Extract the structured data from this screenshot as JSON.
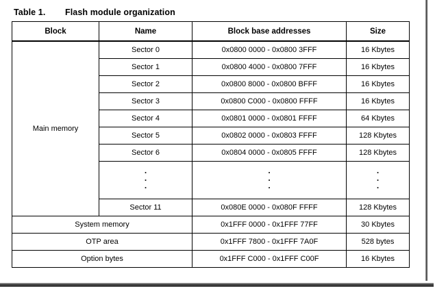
{
  "page": {
    "title_label": "Table 1.",
    "title_text": "Flash module organization"
  },
  "table": {
    "columns": [
      "Block",
      "Name",
      "Block base addresses",
      "Size"
    ],
    "main_block_label": "Main memory",
    "sector_rows": [
      {
        "name": "Sector 0",
        "addresses": "0x0800 0000 - 0x0800 3FFF",
        "size": "16 Kbytes"
      },
      {
        "name": "Sector 1",
        "addresses": "0x0800 4000 - 0x0800 7FFF",
        "size": "16 Kbytes"
      },
      {
        "name": "Sector 2",
        "addresses": "0x0800 8000 - 0x0800 BFFF",
        "size": "16 Kbytes"
      },
      {
        "name": "Sector 3",
        "addresses": "0x0800 C000 - 0x0800 FFFF",
        "size": "16 Kbytes"
      },
      {
        "name": "Sector 4",
        "addresses": "0x0801 0000 - 0x0801 FFFF",
        "size": "64 Kbytes"
      },
      {
        "name": "Sector 5",
        "addresses": "0x0802 0000 - 0x0803 FFFF",
        "size": "128 Kbytes"
      },
      {
        "name": "Sector 6",
        "addresses": "0x0804 0000 - 0x0805 FFFF",
        "size": "128 Kbytes"
      }
    ],
    "dots_row": {
      "dot": "."
    },
    "sector11_row": {
      "name": "Sector 11",
      "addresses": "0x080E 0000 - 0x080F FFFF",
      "size": "128 Kbytes"
    },
    "bottom_rows": [
      {
        "block": "System memory",
        "addresses": "0x1FFF 0000 - 0x1FFF 77FF",
        "size": "30 Kbytes"
      },
      {
        "block": "OTP area",
        "addresses": "0x1FFF 7800 - 0x1FFF 7A0F",
        "size": "528 bytes"
      },
      {
        "block": "Option bytes",
        "addresses": "0x1FFF C000 - 0x1FFF C00F",
        "size": "16 Kbytes"
      }
    ]
  }
}
